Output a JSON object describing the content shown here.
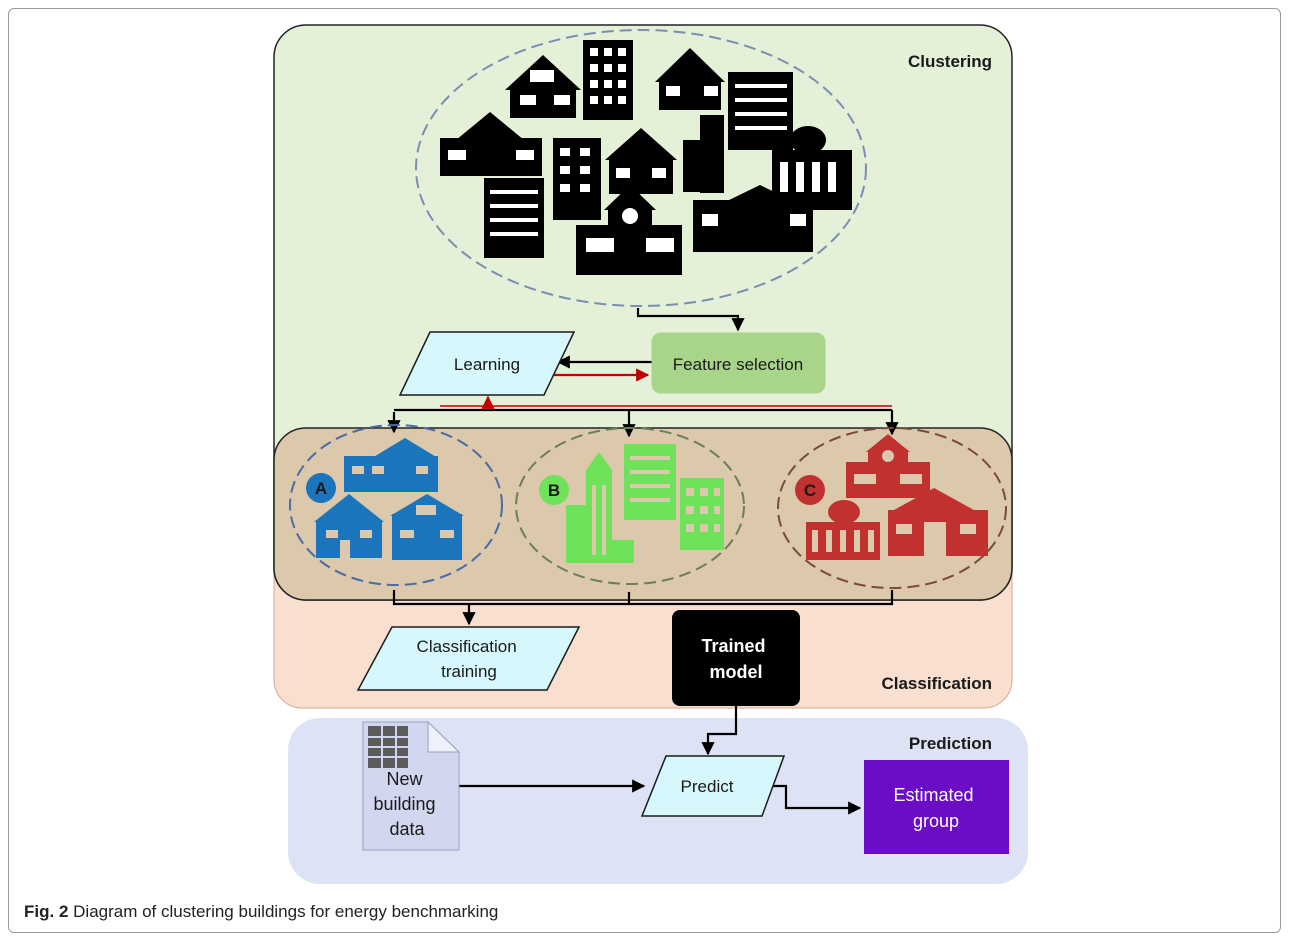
{
  "sections": {
    "clustering": "Clustering",
    "classification": "Classification",
    "prediction": "Prediction"
  },
  "nodes": {
    "learning": "Learning",
    "feature_selection": "Feature selection",
    "classification_training": [
      "Classification",
      "training"
    ],
    "trained_model": [
      "Trained",
      "model"
    ],
    "new_building_data": [
      "New",
      "building",
      "data"
    ],
    "predict": "Predict",
    "estimated_group": [
      "Estimated",
      "group"
    ]
  },
  "clusters": [
    {
      "label": "A",
      "color": "#1b75bb"
    },
    {
      "label": "B",
      "color": "#6fe25c"
    },
    {
      "label": "C",
      "color": "#c0312f"
    }
  ],
  "caption": {
    "figure": "Fig. 2",
    "text": "Diagram of clustering buildings for energy benchmarking"
  },
  "colors": {
    "clustering_bg": "#e4f0d8",
    "classification_bg": "#f8dfcf",
    "cluster_band_bg": "#dcc8ab",
    "prediction_bg": "#dde3f5",
    "parallelogram_fill": "#d6f7fc",
    "feature_fill": "#a8d589",
    "trained_model_fill": "#000000",
    "estimated_fill": "#6a0dc4",
    "arrow_red": "#c00000"
  }
}
